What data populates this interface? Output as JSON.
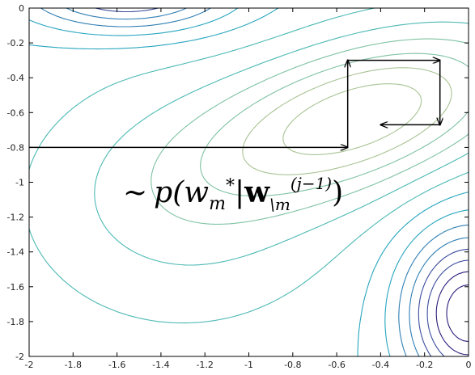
{
  "chart_data": {
    "type": "contour",
    "title": "",
    "xlabel": "",
    "ylabel": "",
    "xlim": [
      -2,
      0
    ],
    "ylim": [
      -2,
      0
    ],
    "x_ticks": [
      -2,
      -1.8,
      -1.6,
      -1.4,
      -1.2,
      -1,
      -0.8,
      -0.6,
      -0.4,
      -0.2,
      0
    ],
    "y_ticks": [
      0,
      -0.2,
      -0.4,
      -0.6,
      -0.8,
      -1,
      -1.2,
      -1.4,
      -1.6,
      -1.8,
      -2
    ],
    "x_tick_labels": [
      "-2",
      "-1.8",
      "-1.6",
      "-1.4",
      "-1.2",
      "-1",
      "-0.8",
      "-0.6",
      "-0.4",
      "-0.2",
      "0"
    ],
    "y_tick_labels": [
      "0",
      "-0.2",
      "-0.4",
      "-0.6",
      "-0.8",
      "-1",
      "-1.2",
      "-1.4",
      "-1.6",
      "-1.8",
      "-2"
    ],
    "grid": false,
    "colormap": [
      "#2b1d7a",
      "#3a4c9c",
      "#2f7fb4",
      "#27a5bf",
      "#4cb9b3",
      "#7fc2a3",
      "#a9c394"
    ],
    "contour_levels": 14,
    "arrow_path": [
      {
        "x": -2.0,
        "y": -0.8
      },
      {
        "x": -0.55,
        "y": -0.8
      },
      {
        "x": -0.55,
        "y": -0.3
      },
      {
        "x": -0.13,
        "y": -0.3
      },
      {
        "x": -0.13,
        "y": -0.67
      },
      {
        "x": -0.4,
        "y": -0.67
      }
    ],
    "annotation": {
      "text": "~ p(w_m* | w_\\m^(j-1))",
      "tilde": "~",
      "p_open": "p(",
      "w": "w",
      "m_sub": "m",
      "star": "*",
      "bar": "|",
      "bold_w": "w",
      "bm_sub": "\\m",
      "sup": "(j−1)",
      "close": ")"
    }
  }
}
